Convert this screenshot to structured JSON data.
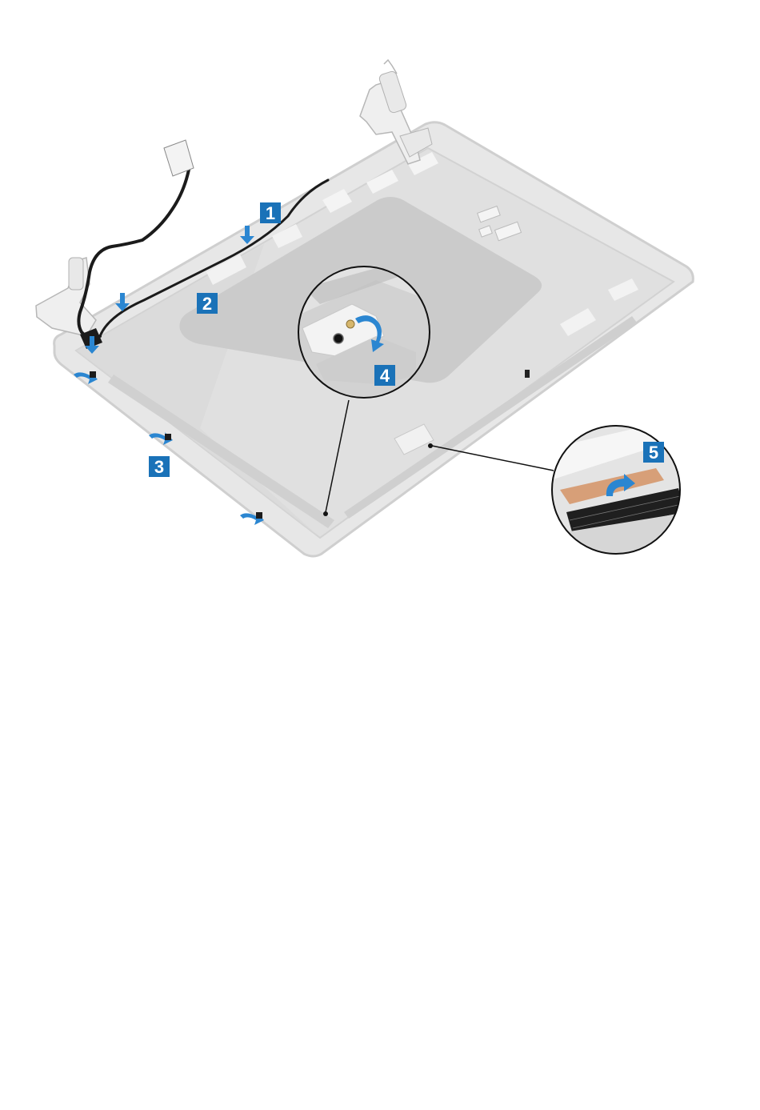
{
  "colors": {
    "background": "#ffffff",
    "panel_frame": "#d6d6d6",
    "panel_inner": "#e4e4e4",
    "panel_inner_dark": "#d2d2d2",
    "foil_pad": "#c9c9c9",
    "hinge": "#eeeeee",
    "hinge_stroke": "#b9b9b9",
    "cable": "#1b1b1b",
    "callout": "#1a72b8",
    "arrow": "#2b86d1",
    "copper": "#d79f78"
  },
  "callouts": [
    {
      "id": 1,
      "label": "1"
    },
    {
      "id": 2,
      "label": "2"
    },
    {
      "id": 3,
      "label": "3"
    },
    {
      "id": 4,
      "label": "4"
    },
    {
      "id": 5,
      "label": "5"
    }
  ],
  "icons": [
    "blue-arrow-icon",
    "rotate-arrow-icon",
    "screw-icon",
    "peel-arrow-icon"
  ]
}
